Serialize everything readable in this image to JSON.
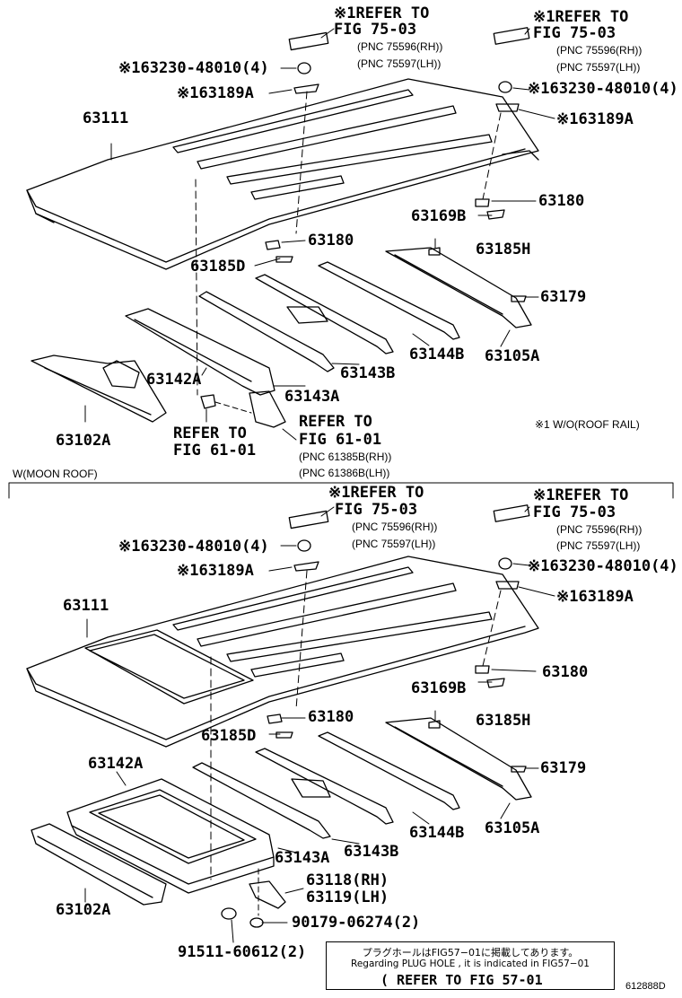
{
  "diagram_id": "612888D",
  "legend_note": "※1 W/O(ROOF RAIL)",
  "section_label": "W(MOON ROOF)",
  "note": {
    "line1": "プラグホールはFIG57−01に掲載してあります。",
    "line2": "Regarding PLUG HOLE , it is indicated in FIG57−01",
    "line3": "( REFER TO FIG 57-01"
  },
  "top": {
    "refer_left": {
      "line1": "※1REFER TO",
      "line2": "FIG 75-03",
      "pnc1": "(PNC 75596(RH))",
      "pnc2": "(PNC 75597(LH))"
    },
    "refer_right": {
      "line1": "※1REFER TO",
      "line2": "FIG 75-03",
      "pnc1": "(PNC 75596(RH))",
      "pnc2": "(PNC 75597(LH))"
    },
    "refer_fig61_left": {
      "line1": "REFER TO",
      "line2": "FIG 61-01"
    },
    "refer_fig61_right": {
      "line1": "REFER TO",
      "line2": "FIG 61-01",
      "pnc1": "(PNC 61385B(RH))",
      "pnc2": "(PNC 61386B(LH))"
    },
    "labels": {
      "p63230_left": "※163230-48010(4)",
      "p63189A_left": "※163189A",
      "p63111": "63111",
      "p63230_right": "※163230-48010(4)",
      "p63189A_right": "※163189A",
      "p63180_right": "63180",
      "p63169B": "63169B",
      "p63185H": "63185H",
      "p63180_mid": "63180",
      "p63185D": "63185D",
      "p63179": "63179",
      "p63144B": "63144B",
      "p63105A": "63105A",
      "p63143B": "63143B",
      "p63142A": "63142A",
      "p63143A": "63143A",
      "p63102A": "63102A"
    }
  },
  "bottom": {
    "refer_left": {
      "line1": "※1REFER TO",
      "line2": "FIG 75-03",
      "pnc1": "(PNC 75596(RH))",
      "pnc2": "(PNC 75597(LH))"
    },
    "refer_right": {
      "line1": "※1REFER TO",
      "line2": "FIG 75-03",
      "pnc1": "(PNC 75596(RH))",
      "pnc2": "(PNC 75597(LH))"
    },
    "labels": {
      "p63230_left": "※163230-48010(4)",
      "p63189A_left": "※163189A",
      "p63111": "63111",
      "p63230_right": "※163230-48010(4)",
      "p63189A_right": "※163189A",
      "p63180_right": "63180",
      "p63169B": "63169B",
      "p63180_mid": "63180",
      "p63185D": "63185D",
      "p63185H": "63185H",
      "p63142A": "63142A",
      "p63179": "63179",
      "p63144B": "63144B",
      "p63105A": "63105A",
      "p63143A": "63143A",
      "p63143B": "63143B",
      "p63118": "63118(RH)",
      "p63119": "63119(LH)",
      "p63102A": "63102A",
      "p90179": "90179-06274(2)",
      "p91511": "91511-60612(2)"
    }
  }
}
